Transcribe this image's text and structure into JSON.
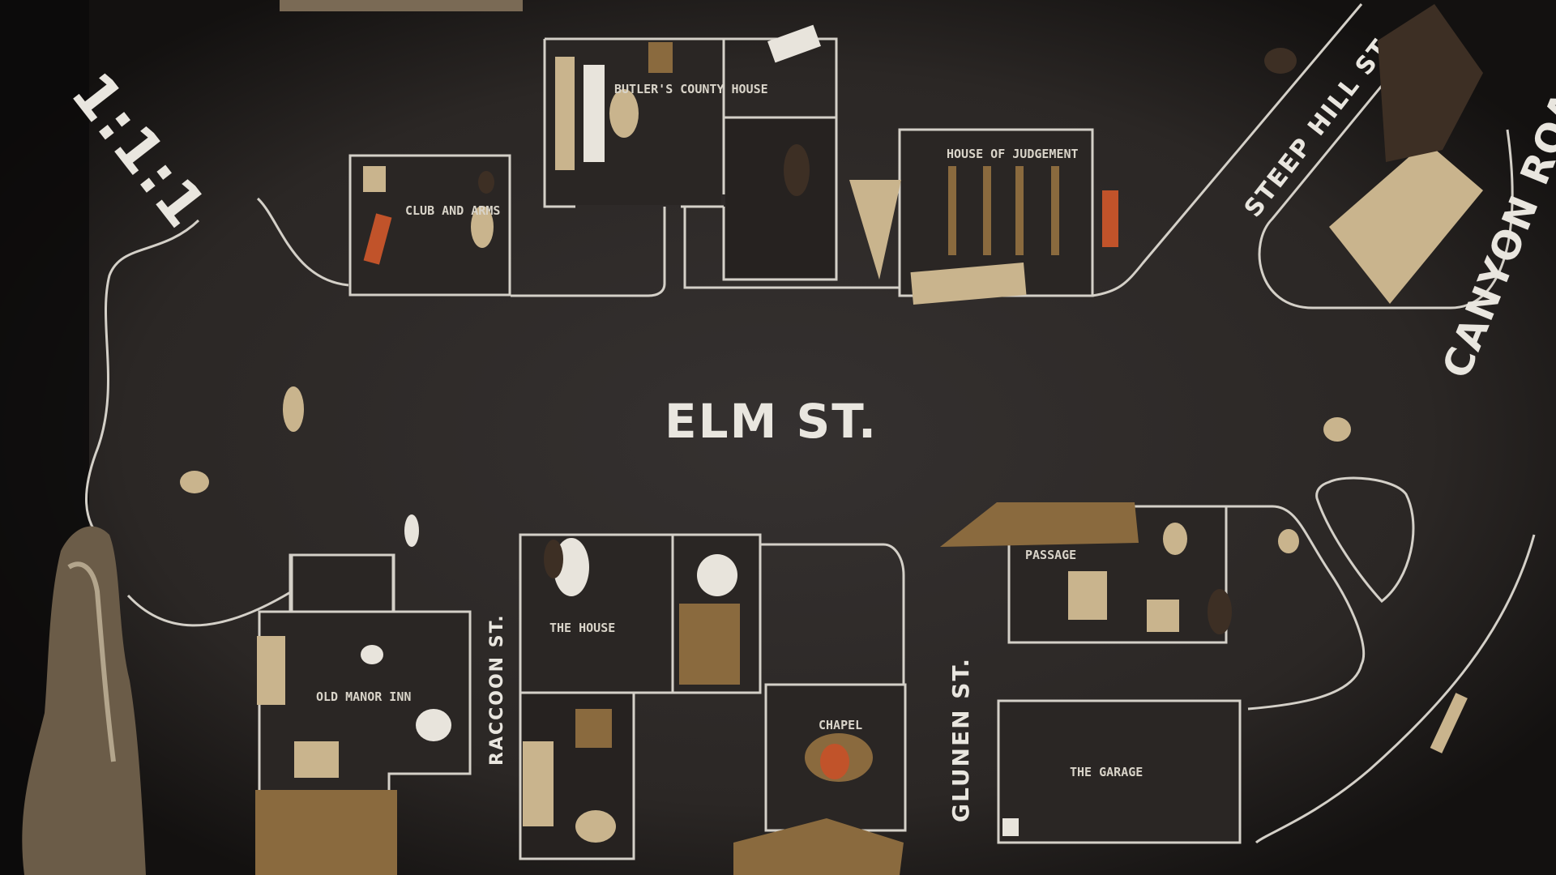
{
  "map": {
    "streets": {
      "elm": "ELM ST.",
      "steep_hill": "STEEP HILL ST.",
      "canyon_road": "CANYON ROAD",
      "raccoon": "RACCOON ST.",
      "glunen": "GLUNEN ST.",
      "corner_carved": "1:1:1"
    },
    "rooms": {
      "top_left": "CLUB AND ARMS",
      "top_center": "BUTLER'S COUNTY HOUSE",
      "house_of_judgement": "HOUSE OF JUDGEMENT",
      "bottom_left": "OLD MANOR INN",
      "bottom_center": "THE HOUSE",
      "bottom_center_small": "CHAPEL",
      "right_upper": "PASSAGE",
      "right_lower": "THE GARAGE"
    }
  },
  "colors": {
    "background": "#2d2927",
    "outline": "#d4d0c8",
    "text": "#e9e6df"
  }
}
